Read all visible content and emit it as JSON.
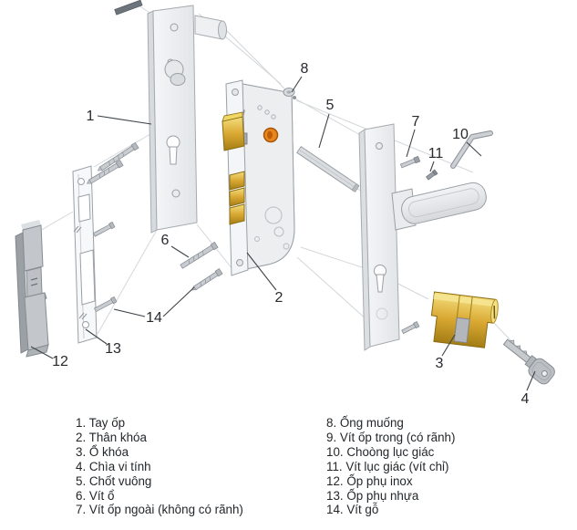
{
  "diagram": {
    "callouts": {
      "c1": "1",
      "c2": "2",
      "c3": "3",
      "c4": "4",
      "c5": "5",
      "c6": "6",
      "c7": "7",
      "c8": "8",
      "c10": "10",
      "c11": "11",
      "c12": "12",
      "c13": "13",
      "c14": "14"
    }
  },
  "legend": {
    "left": [
      "1. Tay ốp",
      "2. Thân khóa",
      "3. Ổ khóa",
      "4. Chìa vi tính",
      "5. Chốt vuông",
      "6. Vít ổ",
      "7. Vít ốp ngoài (không có rãnh)"
    ],
    "right": [
      "8. Ống muống",
      "9. Vít ốp trong (có rãnh)",
      "10. Choòng lục giác",
      "11. Vít lục giác (vít chỉ)",
      "12. Ốp phụ inox",
      "13. Ốp phụ nhựa",
      "14. Vít gỗ"
    ]
  },
  "colors": {
    "brass": "#d9a832",
    "orange_knob": "#e8871e",
    "steel": "#c4c8cc",
    "plate": "#eef0f2",
    "line_art": "#9aa0a5",
    "label_text": "#26292d",
    "background": "#ffffff"
  }
}
